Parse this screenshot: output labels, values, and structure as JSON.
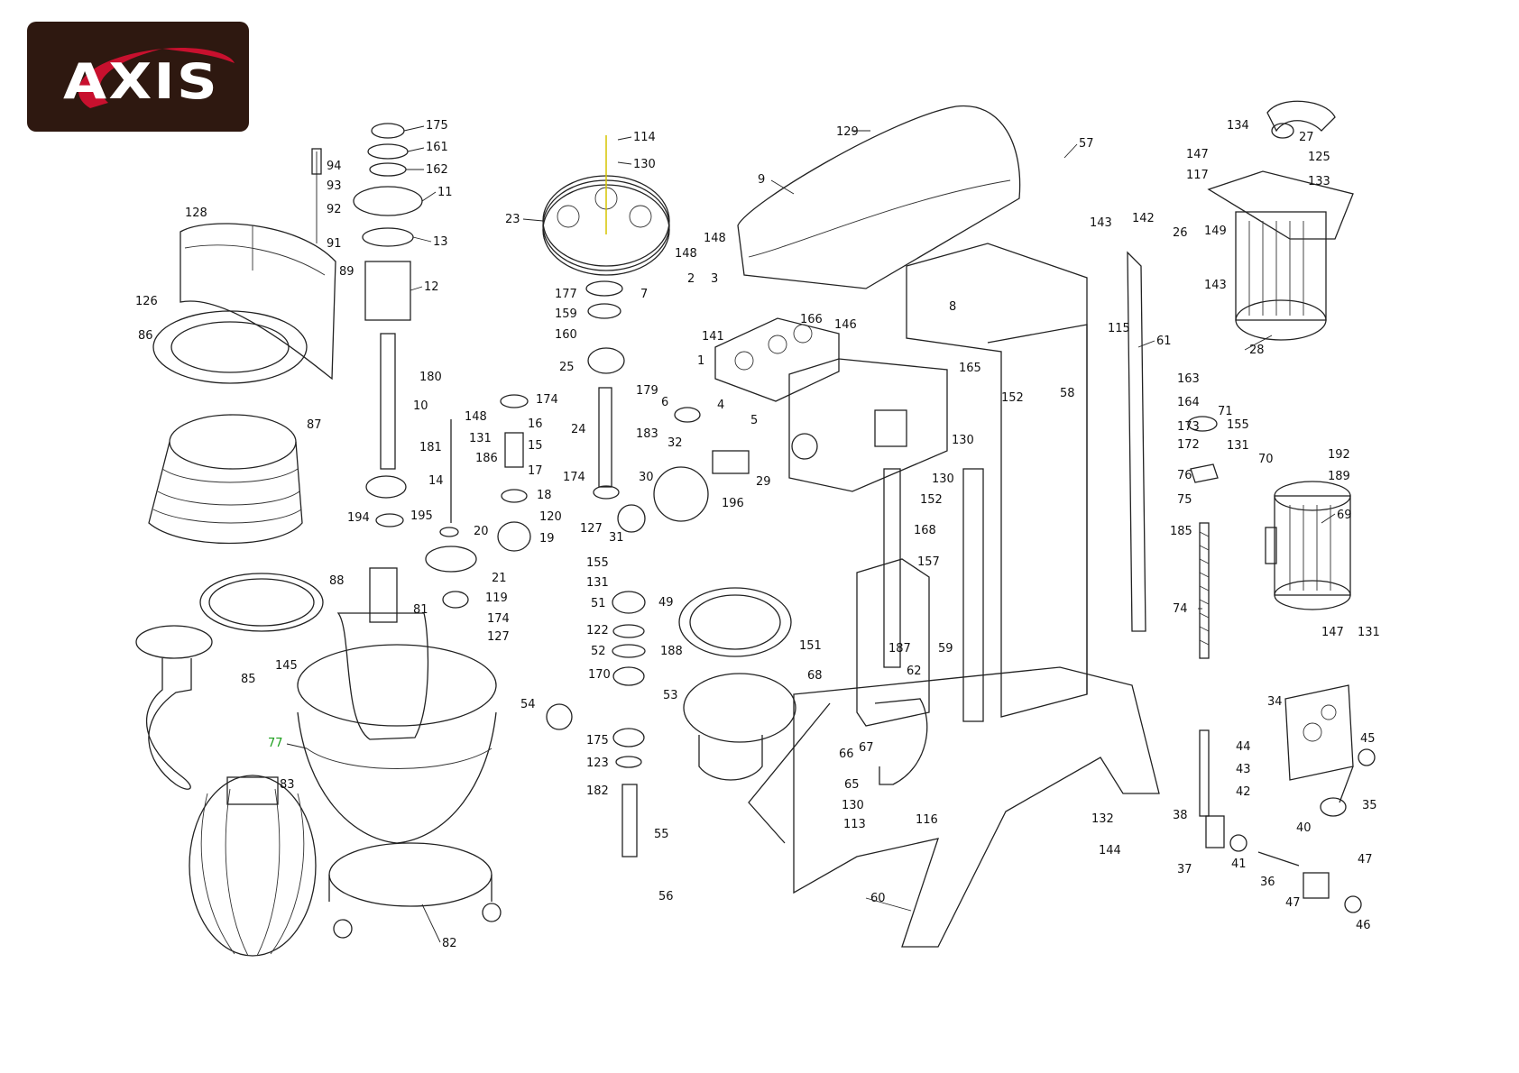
{
  "brand": {
    "logo_text": "AXIS",
    "colors": {
      "background": "#2e1810",
      "swoosh": "#c8102e",
      "text": "#ffffff"
    }
  },
  "diagram": {
    "highlight_color": "#1a9e1a",
    "labels": [
      {
        "text": "175"
      },
      {
        "text": "161"
      },
      {
        "text": "162"
      },
      {
        "text": "11"
      },
      {
        "text": "13"
      },
      {
        "text": "12"
      },
      {
        "text": "94"
      },
      {
        "text": "93"
      },
      {
        "text": "92"
      },
      {
        "text": "91"
      },
      {
        "text": "128"
      },
      {
        "text": "89"
      },
      {
        "text": "126"
      },
      {
        "text": "86"
      },
      {
        "text": "180"
      },
      {
        "text": "10"
      },
      {
        "text": "181"
      },
      {
        "text": "87"
      },
      {
        "text": "194"
      },
      {
        "text": "195"
      },
      {
        "text": "148"
      },
      {
        "text": "131"
      },
      {
        "text": "186"
      },
      {
        "text": "14"
      },
      {
        "text": "174"
      },
      {
        "text": "16"
      },
      {
        "text": "15"
      },
      {
        "text": "17"
      },
      {
        "text": "18"
      },
      {
        "text": "120"
      },
      {
        "text": "19"
      },
      {
        "text": "20"
      },
      {
        "text": "21"
      },
      {
        "text": "119"
      },
      {
        "text": "174"
      },
      {
        "text": "127"
      },
      {
        "text": "88"
      },
      {
        "text": "81"
      },
      {
        "text": "145"
      },
      {
        "text": "85"
      },
      {
        "text": "77"
      },
      {
        "text": "83"
      },
      {
        "text": "82"
      },
      {
        "text": "114"
      },
      {
        "text": "130"
      },
      {
        "text": "23"
      },
      {
        "text": "148"
      },
      {
        "text": "148"
      },
      {
        "text": "177"
      },
      {
        "text": "7"
      },
      {
        "text": "2"
      },
      {
        "text": "3"
      },
      {
        "text": "159"
      },
      {
        "text": "160"
      },
      {
        "text": "141"
      },
      {
        "text": "1"
      },
      {
        "text": "25"
      },
      {
        "text": "179"
      },
      {
        "text": "24"
      },
      {
        "text": "183"
      },
      {
        "text": "6"
      },
      {
        "text": "32"
      },
      {
        "text": "174"
      },
      {
        "text": "30"
      },
      {
        "text": "29"
      },
      {
        "text": "196"
      },
      {
        "text": "127"
      },
      {
        "text": "31"
      },
      {
        "text": "155"
      },
      {
        "text": "131"
      },
      {
        "text": "51"
      },
      {
        "text": "122"
      },
      {
        "text": "52"
      },
      {
        "text": "188"
      },
      {
        "text": "170"
      },
      {
        "text": "49"
      },
      {
        "text": "151"
      },
      {
        "text": "54"
      },
      {
        "text": "53"
      },
      {
        "text": "175"
      },
      {
        "text": "123"
      },
      {
        "text": "182"
      },
      {
        "text": "55"
      },
      {
        "text": "56"
      },
      {
        "text": "129"
      },
      {
        "text": "9"
      },
      {
        "text": "57"
      },
      {
        "text": "166"
      },
      {
        "text": "146"
      },
      {
        "text": "4"
      },
      {
        "text": "5"
      },
      {
        "text": "8"
      },
      {
        "text": "165"
      },
      {
        "text": "152"
      },
      {
        "text": "130"
      },
      {
        "text": "130"
      },
      {
        "text": "152"
      },
      {
        "text": "168"
      },
      {
        "text": "157"
      },
      {
        "text": "58"
      },
      {
        "text": "143"
      },
      {
        "text": "142"
      },
      {
        "text": "26"
      },
      {
        "text": "149"
      },
      {
        "text": "143"
      },
      {
        "text": "115"
      },
      {
        "text": "61"
      },
      {
        "text": "68"
      },
      {
        "text": "187"
      },
      {
        "text": "62"
      },
      {
        "text": "59"
      },
      {
        "text": "67"
      },
      {
        "text": "66"
      },
      {
        "text": "65"
      },
      {
        "text": "130"
      },
      {
        "text": "113"
      },
      {
        "text": "116"
      },
      {
        "text": "60"
      },
      {
        "text": "132"
      },
      {
        "text": "144"
      },
      {
        "text": "134"
      },
      {
        "text": "27"
      },
      {
        "text": "125"
      },
      {
        "text": "147"
      },
      {
        "text": "117"
      },
      {
        "text": "133"
      },
      {
        "text": "28"
      },
      {
        "text": "163"
      },
      {
        "text": "164"
      },
      {
        "text": "71"
      },
      {
        "text": "173"
      },
      {
        "text": "155"
      },
      {
        "text": "172"
      },
      {
        "text": "131"
      },
      {
        "text": "76"
      },
      {
        "text": "75"
      },
      {
        "text": "185"
      },
      {
        "text": "70"
      },
      {
        "text": "192"
      },
      {
        "text": "189"
      },
      {
        "text": "69"
      },
      {
        "text": "74"
      },
      {
        "text": "147"
      },
      {
        "text": "131"
      },
      {
        "text": "34"
      },
      {
        "text": "45"
      },
      {
        "text": "44"
      },
      {
        "text": "43"
      },
      {
        "text": "42"
      },
      {
        "text": "38"
      },
      {
        "text": "35"
      },
      {
        "text": "40"
      },
      {
        "text": "37"
      },
      {
        "text": "41"
      },
      {
        "text": "36"
      },
      {
        "text": "47"
      },
      {
        "text": "47"
      },
      {
        "text": "46"
      }
    ]
  }
}
